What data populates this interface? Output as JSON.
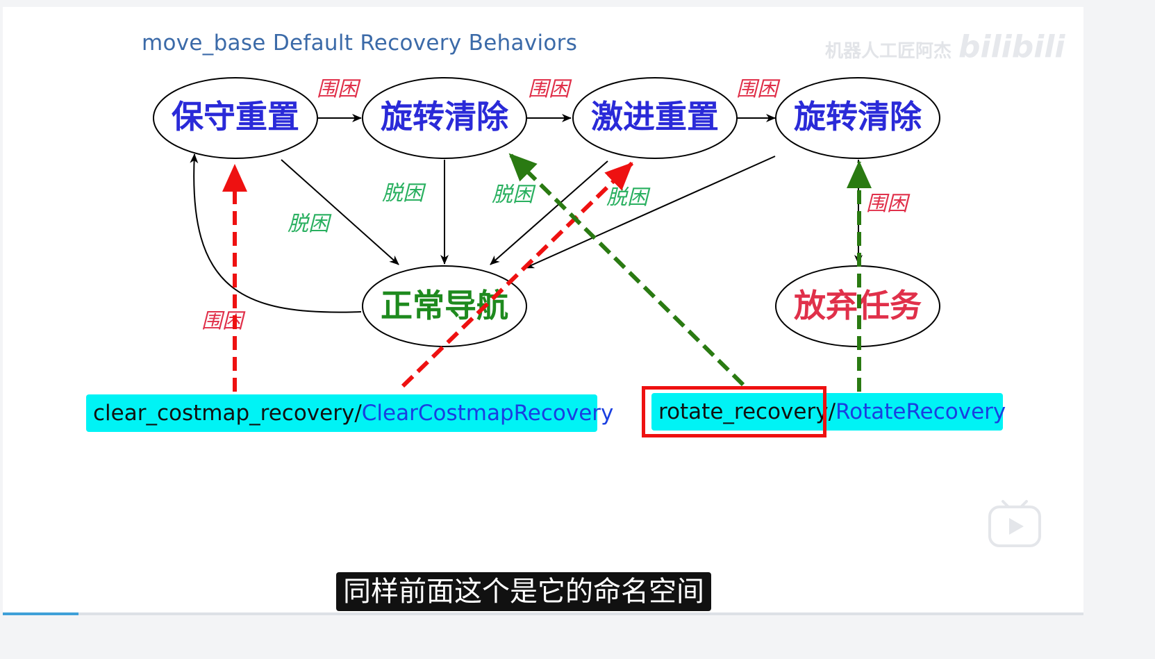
{
  "diagram": {
    "title": "move_base Default Recovery Behaviors",
    "nodes": [
      {
        "id": "conservative_reset",
        "label": "保守重置",
        "color": "#2a2ad8"
      },
      {
        "id": "rotate_clear_1",
        "label": "旋转清除",
        "color": "#2a2ad8"
      },
      {
        "id": "aggressive_reset",
        "label": "激进重置",
        "color": "#2a2ad8"
      },
      {
        "id": "rotate_clear_2",
        "label": "旋转清除",
        "color": "#2a2ad8"
      },
      {
        "id": "normal_nav",
        "label": "正常导航",
        "color": "#1e8a1e"
      },
      {
        "id": "abort",
        "label": "放弃任务",
        "color": "#e0304a"
      }
    ],
    "edge_labels": {
      "stuck": "围困",
      "unstuck": "脱困"
    },
    "colors": {
      "stuck": "#e0304a",
      "unstuck": "#2ab060",
      "red_arrow": "#ee1111",
      "green_arrow": "#2a7a12"
    }
  },
  "class_labels": {
    "clear_costmap": {
      "pkg": "clear_costmap_recovery/",
      "cls": "ClearCostmapRecovery"
    },
    "rotate": {
      "pkg": "rotate_recovery/",
      "cls": "RotateRecovery"
    }
  },
  "watermark": {
    "text": "机器人工匠阿杰",
    "logo": "bilibili"
  },
  "subtitle": "同样前面这个是它的命名空间",
  "player": {
    "progress": 0.07,
    "play_icon": "play-icon"
  }
}
